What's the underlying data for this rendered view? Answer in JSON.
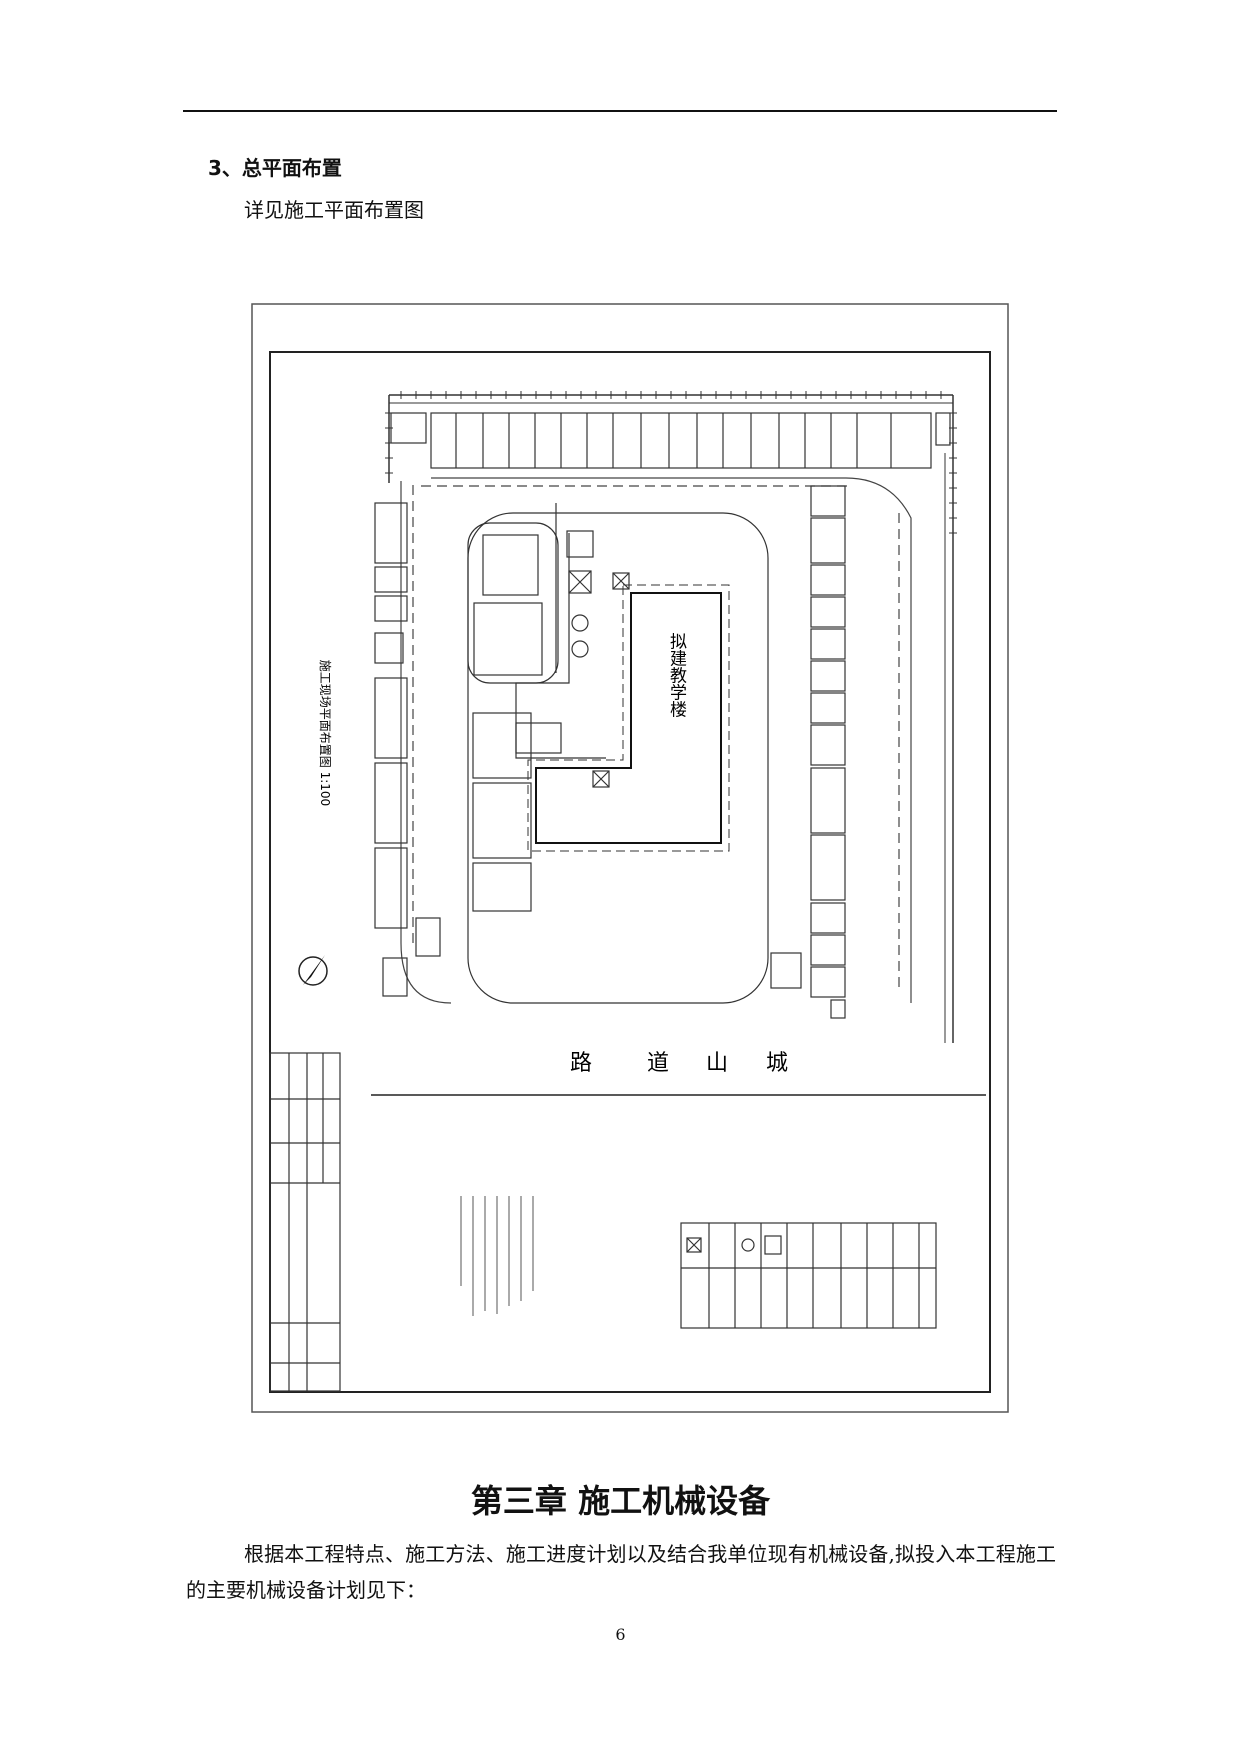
{
  "section": {
    "heading": "3、总平面布置",
    "subtext": "详见施工平面布置图"
  },
  "site_plan": {
    "main_building": "拟建教学楼",
    "road": [
      "路",
      "道",
      "山",
      "城"
    ],
    "drawing_title": "施工现场平面布置图 1:100"
  },
  "chapter": {
    "title": "第三章  施工机械设备",
    "paragraph": "根据本工程特点、施工方法、施工进度计划以及结合我单位现有机械设备,拟投入本工程施工的主要机械设备计划见下："
  },
  "page_number": "6",
  "colors": {
    "ink": "#111111",
    "line": "#333333",
    "paper": "#ffffff"
  }
}
